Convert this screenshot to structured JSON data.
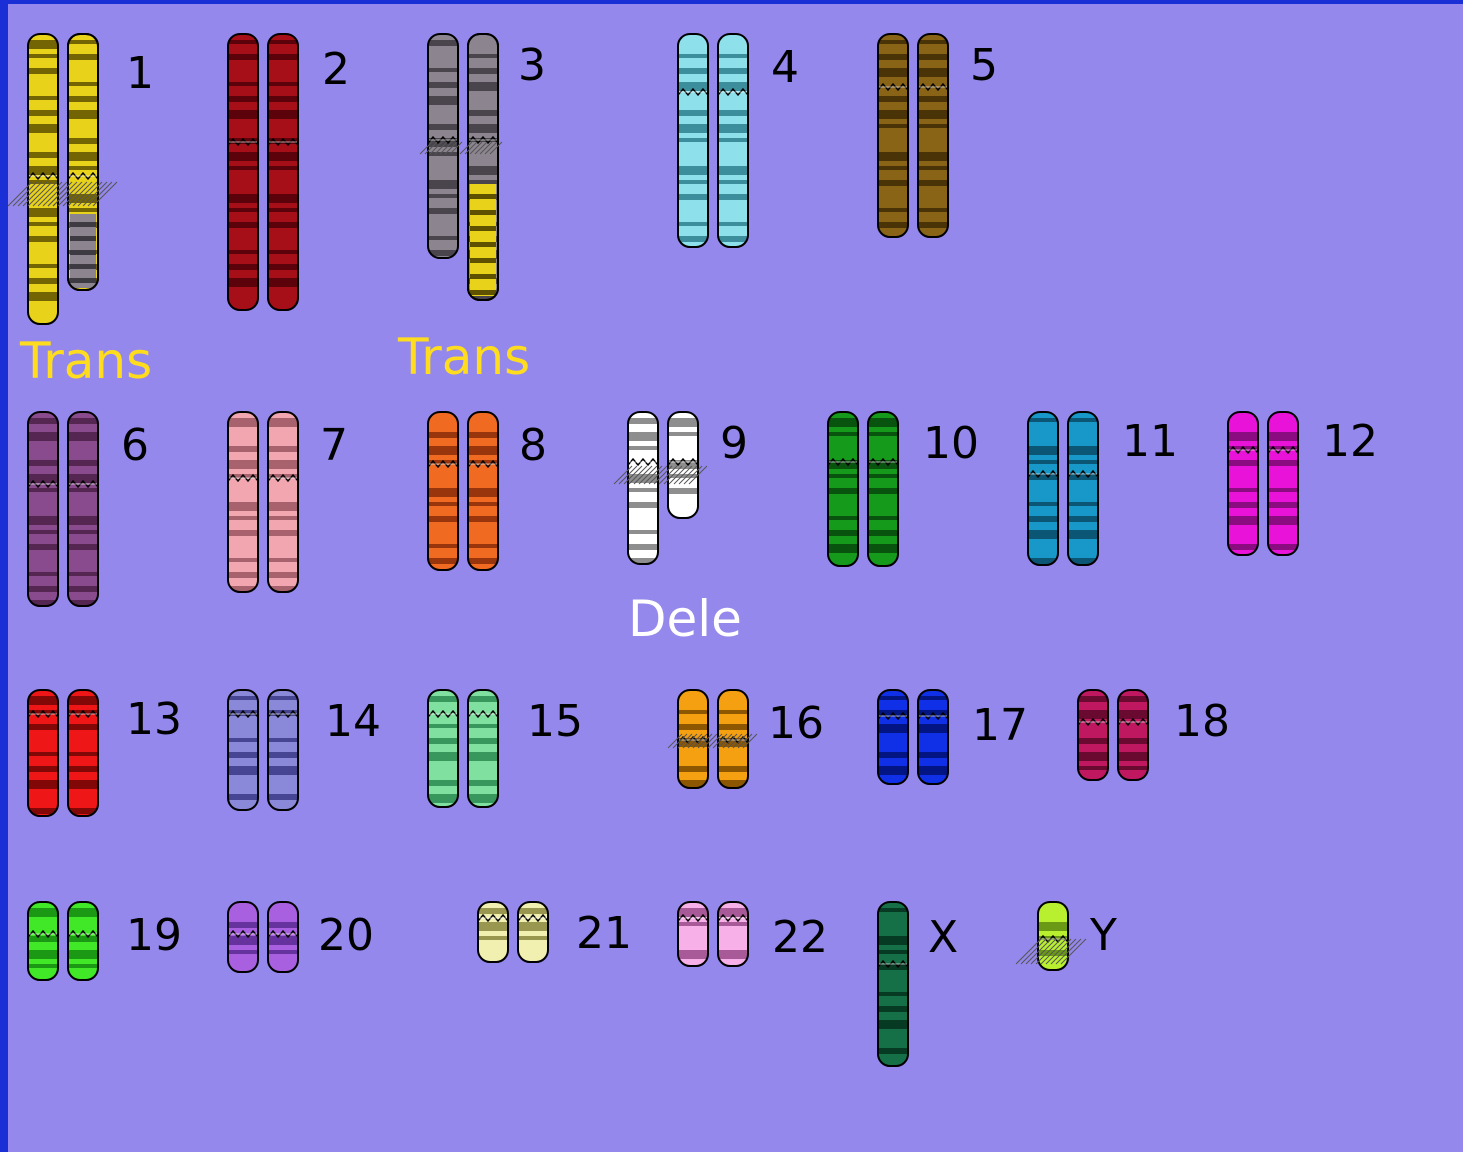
{
  "annotations": {
    "trans_1": "Trans",
    "trans_3": "Trans",
    "dele_9": "Dele"
  },
  "chromosomes": [
    {
      "id": "1",
      "label": "1",
      "color": "#e8d21a",
      "band": "#5e5200",
      "note": "translocation 1;3"
    },
    {
      "id": "2",
      "label": "2",
      "color": "#a60e18",
      "band": "#4d0008"
    },
    {
      "id": "3",
      "label": "3",
      "color": "#8c8590",
      "band": "#3e3a42",
      "note": "translocation 1;3"
    },
    {
      "id": "4",
      "label": "4",
      "color": "#8ee0ea",
      "band": "#2f7f8f"
    },
    {
      "id": "5",
      "label": "5",
      "color": "#8a6416",
      "band": "#3e2c05"
    },
    {
      "id": "6",
      "label": "6",
      "color": "#8a4a8e",
      "band": "#4a2046"
    },
    {
      "id": "7",
      "label": "7",
      "color": "#f2a6b0",
      "band": "#9a5662"
    },
    {
      "id": "8",
      "label": "8",
      "color": "#f06a22",
      "band": "#8a2c08"
    },
    {
      "id": "9",
      "label": "9",
      "color": "#ffffff",
      "band": "#7a7a7a",
      "note": "deletion"
    },
    {
      "id": "10",
      "label": "10",
      "color": "#169a1c",
      "band": "#06460a"
    },
    {
      "id": "11",
      "label": "11",
      "color": "#1898c8",
      "band": "#0a4a66"
    },
    {
      "id": "12",
      "label": "12",
      "color": "#e812d8",
      "band": "#7a0a72"
    },
    {
      "id": "13",
      "label": "13",
      "color": "#ee1616",
      "band": "#6e0505"
    },
    {
      "id": "14",
      "label": "14",
      "color": "#8a88d8",
      "band": "#3a3a88"
    },
    {
      "id": "15",
      "label": "15",
      "color": "#80e0a0",
      "band": "#2a8a50"
    },
    {
      "id": "16",
      "label": "16",
      "color": "#f5a010",
      "band": "#7a4a00"
    },
    {
      "id": "17",
      "label": "17",
      "color": "#1030e8",
      "band": "#001070"
    },
    {
      "id": "18",
      "label": "18",
      "color": "#c01860",
      "band": "#5a0828"
    },
    {
      "id": "19",
      "label": "19",
      "color": "#40e828",
      "band": "#158a10"
    },
    {
      "id": "20",
      "label": "20",
      "color": "#a860e0",
      "band": "#5a2a90"
    },
    {
      "id": "21",
      "label": "21",
      "color": "#f2f0b0",
      "band": "#8a8640"
    },
    {
      "id": "22",
      "label": "22",
      "color": "#f8b0e8",
      "band": "#9a4a8a"
    },
    {
      "id": "X",
      "label": "X",
      "color": "#157048",
      "band": "#04301c"
    },
    {
      "id": "Y",
      "label": "Y",
      "color": "#b8f030",
      "band": "#5a8a10"
    }
  ]
}
